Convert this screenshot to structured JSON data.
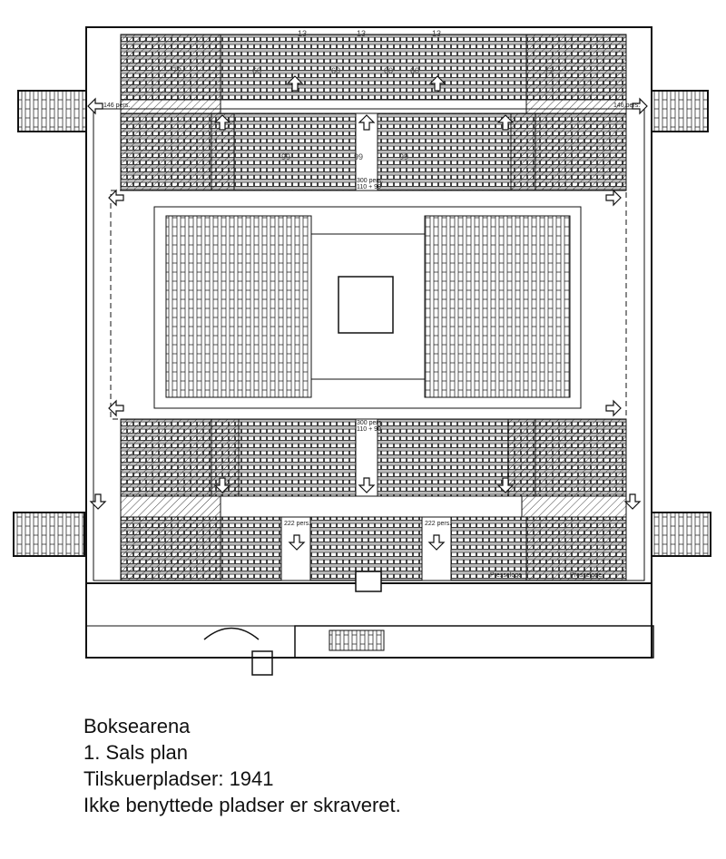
{
  "caption": {
    "title": "Boksearena",
    "floor": "1. Sals plan",
    "capacity": "Tilskuerpladser: 1941",
    "note": "Ikke benyttede pladser er skraveret."
  },
  "plan_labels": {
    "row_count_top": "13",
    "seats_60": "60",
    "seats_72": "72",
    "seats_99": "99",
    "exit_146": "146 pers.",
    "exit_300": "300 pers.",
    "exit_300_sub": "110 + 90",
    "exit_222": "222 pers.",
    "press": "Presseloge"
  }
}
